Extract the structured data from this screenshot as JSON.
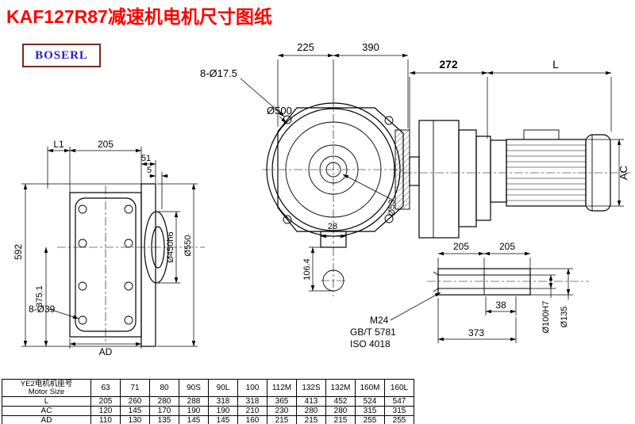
{
  "title": "KAF127R87减速机电机尺寸图纸",
  "logo": "BOSERL",
  "colors": {
    "title": "#ff0000",
    "logo_text": "#2121c8",
    "logo_border": "#7b2a1a",
    "line": "#000000",
    "background": "#ffffff"
  },
  "views": {
    "left": {
      "dim_L1": "L1",
      "dim_205": "205",
      "dim_51": "51",
      "dim_5": "5",
      "dim_592": "592",
      "dim_375_1": "375.1",
      "label_8_d39": "8-Ø39",
      "dim_AD": "AD",
      "label_d450h6": "Ø450h6",
      "label_d550": "Ø550"
    },
    "front": {
      "dim_225": "225",
      "dim_390": "390",
      "label_8_d17_5": "8-Ø17.5",
      "label_d500": "Ø500",
      "label_d53": "Ø53",
      "dim_28": "28",
      "dim_106_4": "106.4"
    },
    "side": {
      "dim_272": "272",
      "dim_L": "L",
      "dim_AC": "AC"
    },
    "shaft": {
      "dim_205_a": "205",
      "dim_205_b": "205",
      "dim_38": "38",
      "dim_373": "373",
      "label_M24": "M24",
      "label_gbt": "GB/T 5781",
      "label_iso": "ISO 4018",
      "label_d100H7": "Ø100H7",
      "label_d135": "Ø135"
    }
  },
  "table": {
    "header_line1": "YE2电机机座号",
    "header_line2": "Motor Size",
    "sizes": [
      "63",
      "71",
      "80",
      "90S",
      "90L",
      "100",
      "112M",
      "132S",
      "132M",
      "160M",
      "160L"
    ],
    "rows": [
      {
        "label": "L",
        "values": [
          "205",
          "260",
          "280",
          "288",
          "318",
          "318",
          "365",
          "413",
          "452",
          "524",
          "547"
        ]
      },
      {
        "label": "AC",
        "values": [
          "120",
          "145",
          "170",
          "190",
          "190",
          "210",
          "230",
          "280",
          "280",
          "315",
          "315"
        ]
      },
      {
        "label": "AD",
        "values": [
          "110",
          "130",
          "135",
          "145",
          "145",
          "160",
          "215",
          "215",
          "215",
          "255",
          "255"
        ]
      }
    ]
  }
}
